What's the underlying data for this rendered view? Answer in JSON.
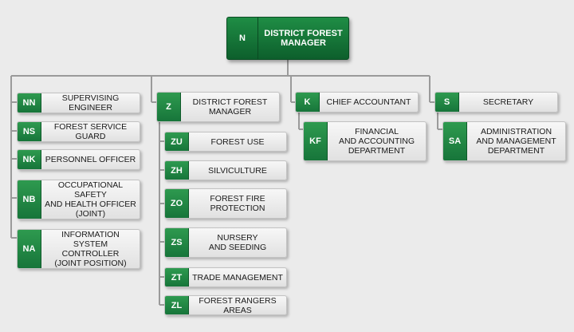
{
  "colors": {
    "accent": "#1d8a44",
    "line": "#9a9a9a",
    "background": "#ebebeb"
  },
  "root": {
    "code": "N",
    "label": "DISTRICT FOREST\nMANAGER"
  },
  "columns": [
    {
      "children": [
        {
          "code": "NN",
          "label": "SUPERVISING ENGINEER"
        },
        {
          "code": "NS",
          "label": "FOREST SERVICE GUARD"
        },
        {
          "code": "NK",
          "label": "PERSONNEL OFFICER"
        },
        {
          "code": "NB",
          "label": "OCCUPATIONAL SAFETY\nAND HEALTH OFFICER\n(JOINT)"
        },
        {
          "code": "NA",
          "label": "INFORMATION\nSYSTEM CONTROLLER\n(JOINT POSITION)"
        }
      ]
    },
    {
      "head": {
        "code": "Z",
        "label": "DISTRICT FOREST\nMANAGER"
      },
      "children": [
        {
          "code": "ZU",
          "label": "FOREST USE"
        },
        {
          "code": "ZH",
          "label": "SILVICULTURE"
        },
        {
          "code": "ZO",
          "label": "FOREST FIRE\nPROTECTION"
        },
        {
          "code": "ZS",
          "label": "NURSERY\nAND SEEDING"
        },
        {
          "code": "ZT",
          "label": "TRADE MANAGEMENT"
        },
        {
          "code": "ZL",
          "label": "FOREST RANGERS AREAS"
        }
      ]
    },
    {
      "head": {
        "code": "K",
        "label": "CHIEF ACCOUNTANT"
      },
      "children": [
        {
          "code": "KF",
          "label": "FINANCIAL\nAND ACCOUNTING\nDEPARTMENT"
        }
      ]
    },
    {
      "head": {
        "code": "S",
        "label": "SECRETARY"
      },
      "children": [
        {
          "code": "SA",
          "label": "ADMINISTRATION\nAND MANAGEMENT\nDEPARTMENT"
        }
      ]
    }
  ]
}
